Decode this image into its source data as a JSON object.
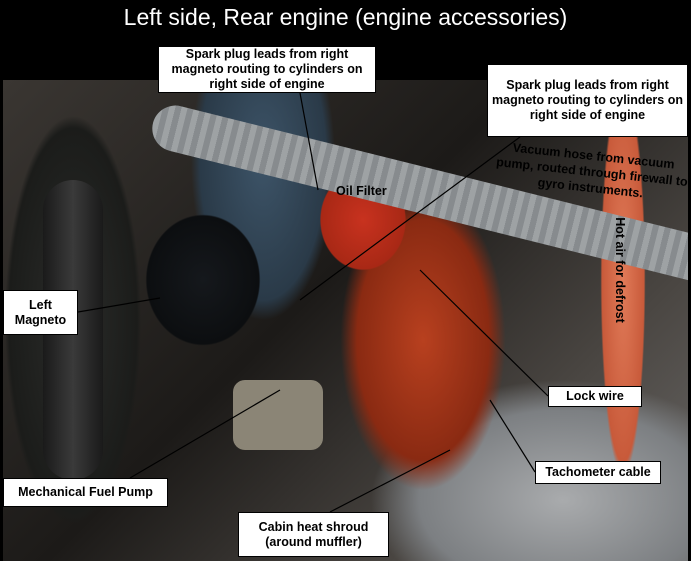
{
  "title": "Left side, Rear engine (engine accessories)",
  "labels": {
    "spark_plug_leads_1": "Spark plug leads from right magneto routing to cylinders on right side of engine",
    "spark_plug_leads_2": "Spark plug leads from right magneto routing to cylinders on right side of engine",
    "vacuum_hose": "Vacuum hose from vacuum pump, routed through firewall to gyro instruments.",
    "oil_filter": "Oil Filter",
    "hot_air": "Hot air for defrost",
    "left_magneto": "Left Magneto",
    "lock_wire": "Lock wire",
    "tachometer_cable": "Tachometer cable",
    "fuel_pump": "Mechanical Fuel Pump",
    "cabin_heat": "Cabin heat shroud (around muffler)"
  }
}
